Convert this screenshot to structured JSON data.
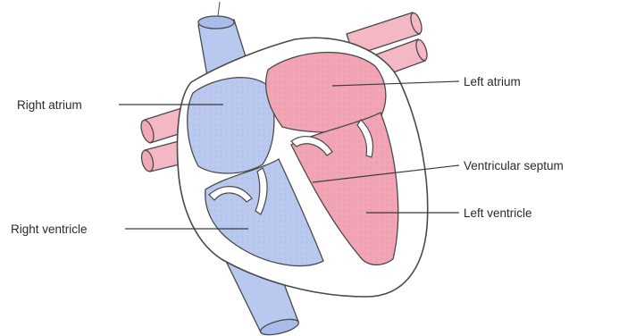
{
  "labels": {
    "right_atrium": "Right atrium",
    "right_ventricle": "Right ventricle",
    "left_atrium": "Left atrium",
    "ventricular_septum": "Ventricular septum",
    "left_ventricle": "Left ventricle"
  },
  "colors": {
    "deoxygenated_blue": "#b9c8ee",
    "oxygenated_pink": "#f2a3b4",
    "vessel_pink": "#f4b8c4",
    "heart_wall": "#ffffff",
    "outline": "#4a4a4a",
    "leader_line": "#3a3a3a"
  }
}
